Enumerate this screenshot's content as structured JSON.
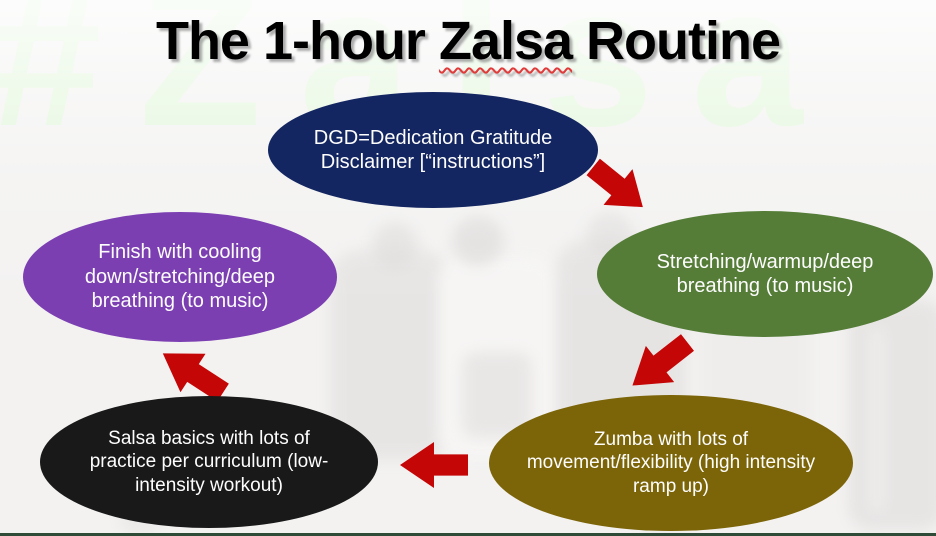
{
  "slide": {
    "title": {
      "prefix": "The 1-hour ",
      "highlight": "Zalsa",
      "suffix": " Routine"
    },
    "watermark": "#Zalsa",
    "watermark_color": "#def7d4",
    "background_color": "#f3f2f1",
    "bottom_border_color": "#2e4b38"
  },
  "diagram": {
    "type": "cycle",
    "arrow_color": "#c40606",
    "nodes": [
      {
        "name": "dgd",
        "color": "#142661",
        "text": "DGD=Dedication Gratitude\nDisclaimer [“instructions”]"
      },
      {
        "name": "stretching",
        "color": "#557d38",
        "text": "Stretching/warmup/deep\nbreathing (to music)"
      },
      {
        "name": "zumba",
        "color": "#7c6408",
        "text": "Zumba with lots of\nmovement/flexibility (high intensity\nramp up)"
      },
      {
        "name": "salsa",
        "color": "#191919",
        "text": "Salsa basics with lots of\npractice per curriculum (low-\nintensity workout)"
      },
      {
        "name": "finish",
        "color": "#7c3fb2",
        "text": "Finish with cooling\ndown/stretching/deep\nbreathing (to music)"
      }
    ],
    "arrows": [
      {
        "from": "dgd",
        "to": "stretching"
      },
      {
        "from": "stretching",
        "to": "zumba"
      },
      {
        "from": "zumba",
        "to": "salsa"
      },
      {
        "from": "salsa",
        "to": "finish"
      }
    ]
  }
}
